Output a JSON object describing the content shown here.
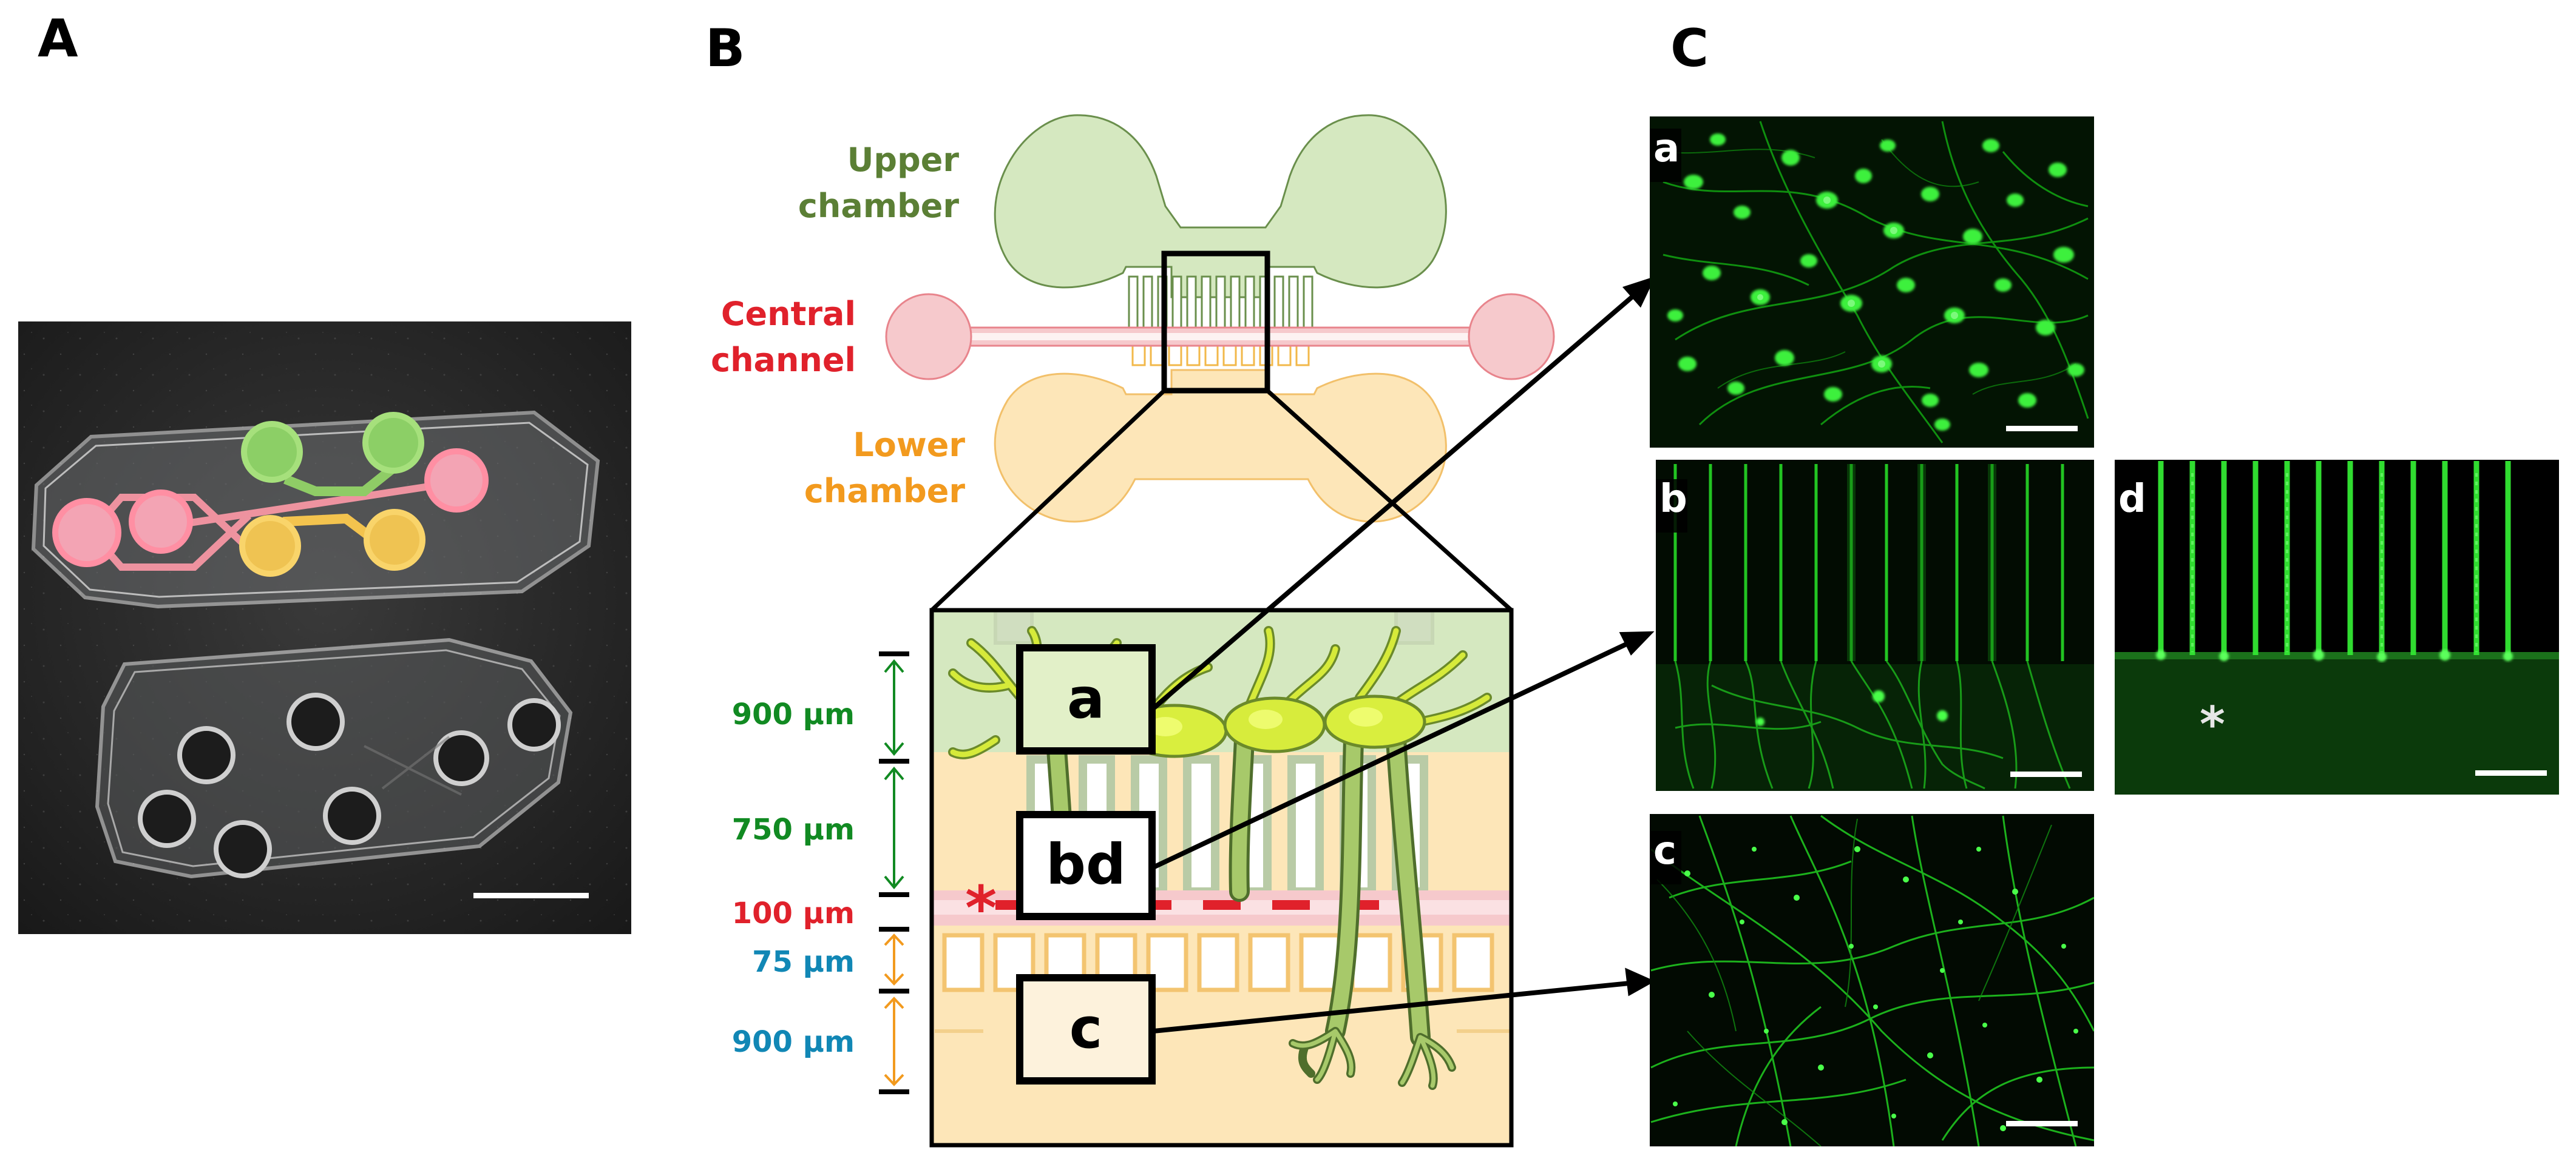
{
  "panels": {
    "a_letter": "A",
    "b_letter": "B",
    "c_letter": "C"
  },
  "diagram_labels": {
    "upper_chamber": [
      "Upper",
      "chamber"
    ],
    "central_channel": [
      "Central",
      "channel"
    ],
    "lower_chamber": [
      "Lower",
      "chamber"
    ]
  },
  "dimensions": {
    "d1": "900 µm",
    "d2": "750 µm",
    "d3": "100 µm",
    "d4": "75 µm",
    "d5": "900 µm"
  },
  "zoom_boxes": {
    "a": "a",
    "bd": "bd",
    "c": "c"
  },
  "micrographs": {
    "a": "a",
    "b": "b",
    "c": "c",
    "d": "d",
    "asterisk": "*"
  },
  "marker": "*",
  "colors": {
    "upper_fill": "#d5e8c0",
    "upper_stroke": "#5a8a3a",
    "upper_text": "#5b7f35",
    "central_fill": "#f6c9cc",
    "central_stroke": "#e37a82",
    "central_text": "#e0212b",
    "lower_fill": "#fde6b8",
    "lower_stroke": "#f2b84a",
    "lower_text": "#f29a1e",
    "dim_green": "#118a22",
    "dim_red": "#e0212b",
    "dim_blue": "#1187b5",
    "fluorescence": "#22e022"
  }
}
